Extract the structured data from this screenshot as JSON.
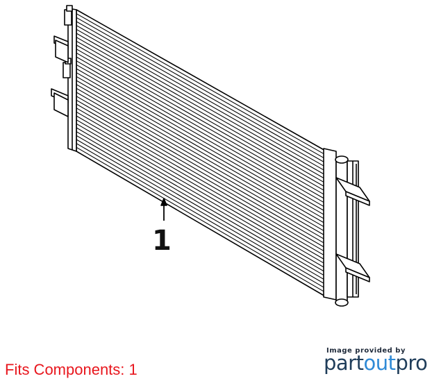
{
  "diagram": {
    "callout_number": "1",
    "line_color": "#000000"
  },
  "footer": {
    "fits_text": "Fits Components: 1",
    "fits_color": "#e8161d",
    "credit_small": "Image provided by",
    "brand_part1": "part",
    "brand_part2": "out",
    "brand_part3": "pro",
    "brand_dark": "#1f3d5a",
    "brand_accent": "#2f8ad6"
  }
}
